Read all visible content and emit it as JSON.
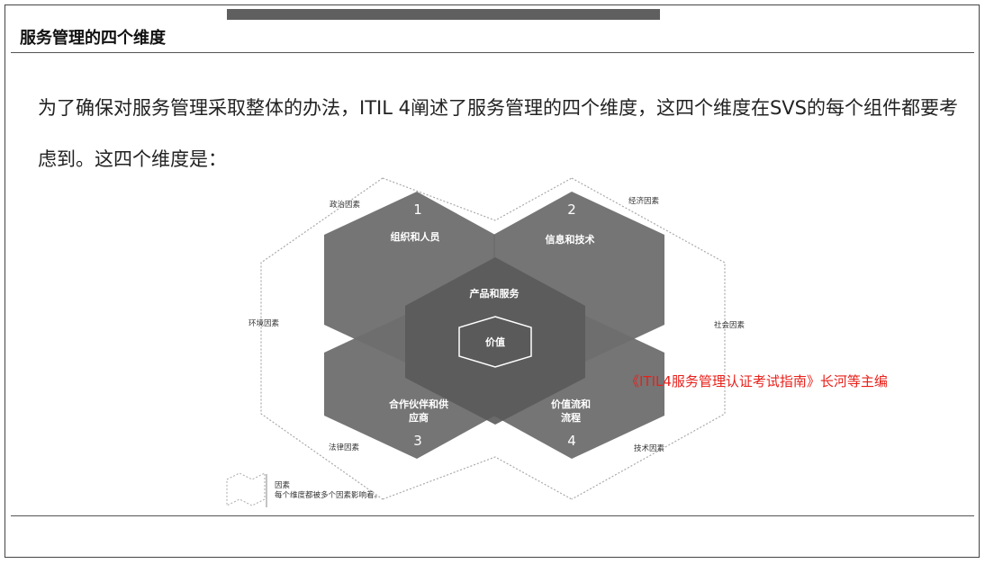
{
  "header": {
    "title": "服务管理的四个维度"
  },
  "body": {
    "paragraph": "为了确保对服务管理采取整体的办法，ITIL 4阐述了服务管理的四个维度，这四个维度在SVS的每个组件都要考虑到。这四个维度是："
  },
  "diagram": {
    "dimensions": [
      {
        "number": "1",
        "label": "组织和人员"
      },
      {
        "number": "2",
        "label": "信息和技术"
      },
      {
        "number": "3",
        "label_line1": "合作伙伴和供",
        "label_line2": "应商"
      },
      {
        "number": "4",
        "label_line1": "价值流和",
        "label_line2": "流程"
      }
    ],
    "center_outer": "产品和服务",
    "center_inner": "价值",
    "factors": {
      "political": "政治因素",
      "economic": "经济因素",
      "environmental": "环境因素",
      "social": "社会因素",
      "legal": "法律因素",
      "technological": "技术因素"
    },
    "legend": {
      "title": "因素",
      "text": "每个维度都被多个因素影响着。"
    }
  },
  "caption": "《ITIL4服务管理认证考试指南》长河等主编",
  "colors": {
    "caption": "#e8201a",
    "hex_fill": "#6e6e6e",
    "overlap_fill": "#555555"
  }
}
